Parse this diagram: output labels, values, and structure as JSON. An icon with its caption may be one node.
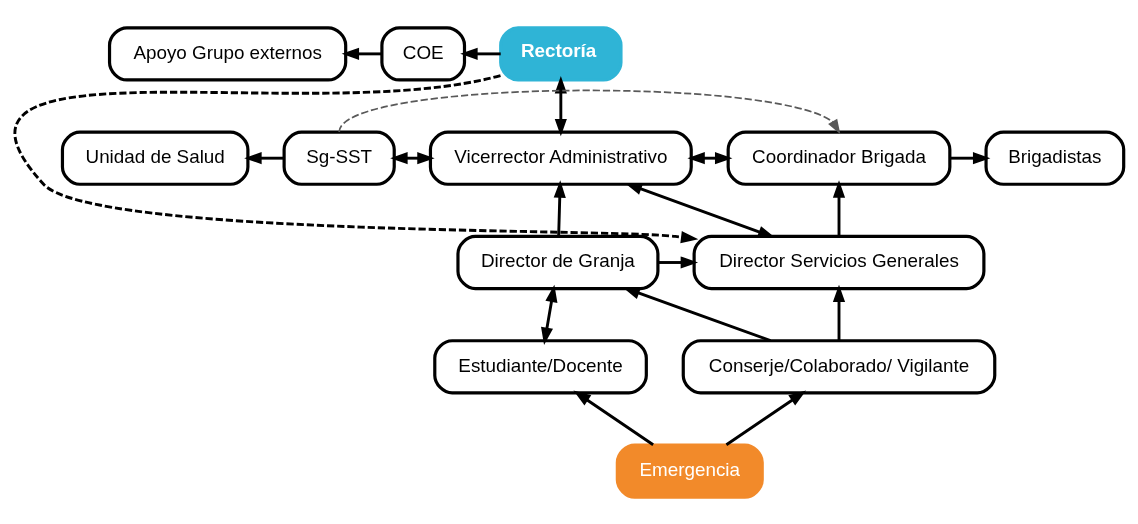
{
  "diagram": {
    "nodes": [
      {
        "text": [
          "Apoyo Grupo externos"
        ]
      },
      {
        "text": [
          "COE"
        ]
      },
      {
        "text": [
          "Rectoría"
        ]
      },
      {
        "text": [
          "Unidad de Salud"
        ]
      },
      {
        "text": [
          "Sg-SST"
        ]
      },
      {
        "text": [
          "Vicerrector Administrativo"
        ]
      },
      {
        "text": [
          "Coordinador Brigada"
        ]
      },
      {
        "text": [
          "Brigadistas"
        ]
      },
      {
        "text": [
          "Director de Granja"
        ]
      },
      {
        "text": [
          "Director Servicios Generales"
        ]
      },
      {
        "text": [
          "Estudiante/Docente"
        ]
      },
      {
        "text": [
          "Conserje/Colaborado/ Vigilante"
        ]
      },
      {
        "text": [
          "Emergencia"
        ]
      }
    ],
    "edges": [
      {
        "from": 2,
        "to": 1,
        "arrow": "to"
      },
      {
        "from": 1,
        "to": 0,
        "arrow": "to"
      },
      {
        "from": 2,
        "to": 5,
        "arrow": "both"
      },
      {
        "from": 4,
        "to": 6,
        "arrow": "to",
        "style": "dashed",
        "color": "#595959"
      },
      {
        "from": 4,
        "to": 3,
        "arrow": "to"
      },
      {
        "from": 4,
        "to": 5,
        "arrow": "both"
      },
      {
        "from": 5,
        "to": 6,
        "arrow": "both"
      },
      {
        "from": 6,
        "to": 7,
        "arrow": "to"
      },
      {
        "from": 8,
        "to": 5,
        "arrow": "to"
      },
      {
        "from": 5,
        "to": 9,
        "arrow": "both"
      },
      {
        "from": 9,
        "to": 6,
        "arrow": "to"
      },
      {
        "from": 8,
        "to": 9,
        "arrow": "to"
      },
      {
        "from": 2,
        "to": 9,
        "arrow": "to",
        "style": "dashed"
      },
      {
        "from": 8,
        "to": 10,
        "arrow": "both"
      },
      {
        "from": 11,
        "to": 8,
        "arrow": "to"
      },
      {
        "from": 11,
        "to": 9,
        "arrow": "to"
      },
      {
        "from": 12,
        "to": 10,
        "arrow": "to"
      },
      {
        "from": 12,
        "to": 11,
        "arrow": "to"
      }
    ]
  }
}
